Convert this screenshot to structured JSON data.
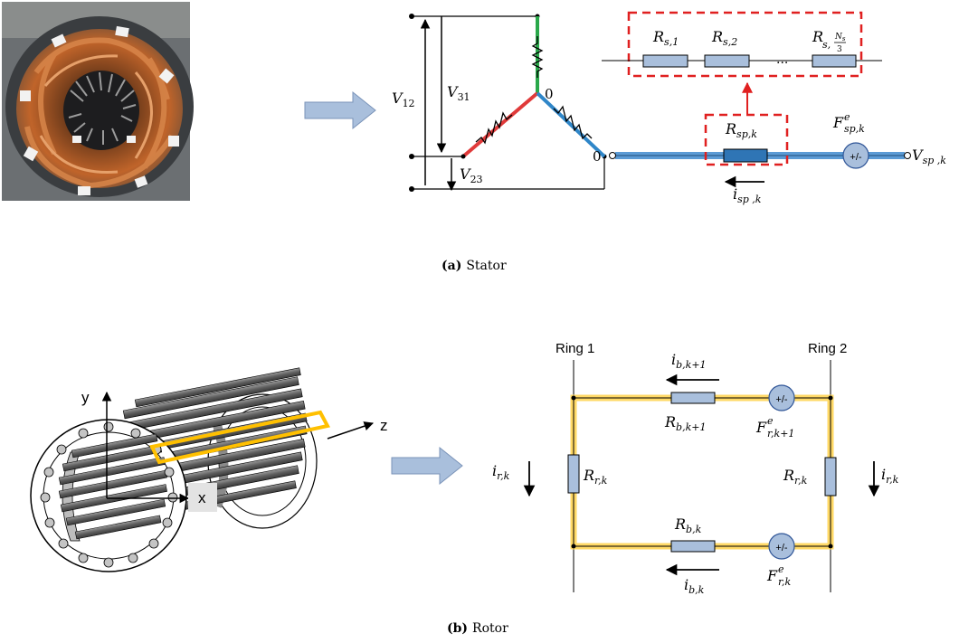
{
  "colors": {
    "copper": "#b0561e",
    "blue_wire": "#5b9bd5",
    "green_phase": "#2aa84a",
    "red_phase": "#e03a3a",
    "blue_phase": "#2f86c8",
    "dashed_red": "#e02020",
    "resistor_fill": "#a9bfdc",
    "yellow_loop": "#ffc000",
    "rotor_gray": "#7f7f7f",
    "arrow_fill": "#a9bfdc"
  },
  "icons": {
    "stator_photo": "stator-winding-photo",
    "arrows": "right-arrow-icon",
    "sources": "voltage-source-plus-minus"
  },
  "stator": {
    "delta": {
      "v12_label": "V",
      "v12_sub": "12",
      "v31_label": "V",
      "v31_sub": "31",
      "v23_label": "V",
      "v23_sub": "23",
      "node_label": "0"
    },
    "chain": {
      "r1_main": "R",
      "r1_sub": "s,1",
      "r2_main": "R",
      "r2_sub": "s,2",
      "r3_main": "R",
      "r3_sub_a": "s,",
      "r3_frac_num": "N",
      "r3_frac_num_sub": "s",
      "r3_frac_den": "3",
      "ellipsis": "..."
    },
    "phase": {
      "zero_label": "0",
      "r_main": "R",
      "r_sub": "sp,k",
      "f_main": "F",
      "f_sup": "e",
      "f_sub": "sp,k",
      "source_text": "+/-",
      "v_main": "V",
      "v_sub": "sp ,k",
      "i_main": "i",
      "i_sub": "sp ,k"
    },
    "caption_tag": "(a)",
    "caption_text": "Stator"
  },
  "rotor": {
    "axes": {
      "y": "y",
      "z": "z",
      "x": "x"
    },
    "circuit": {
      "ring1": "Ring 1",
      "ring2": "Ring 2",
      "ib_top_main": "i",
      "ib_top_sub": "b,k+1",
      "rb_top_main": "R",
      "rb_top_sub": "b,k+1",
      "f_top_main": "F",
      "f_top_sup": "e",
      "f_top_sub": "r,k+1",
      "source_text": "+/-",
      "ir_left_main": "i",
      "ir_left_sub": "r,k",
      "rr_left_main": "R",
      "rr_left_sub": "r,k",
      "rr_right_main": "R",
      "rr_right_sub": "r,k",
      "ir_right_main": "i",
      "ir_right_sub": "r,k",
      "rb_bot_main": "R",
      "rb_bot_sub": "b,k",
      "f_bot_main": "F",
      "f_bot_sup": "e",
      "f_bot_sub": "r,k",
      "ib_bot_main": "i",
      "ib_bot_sub": "b,k"
    },
    "caption_tag": "(b)",
    "caption_text": "Rotor"
  }
}
